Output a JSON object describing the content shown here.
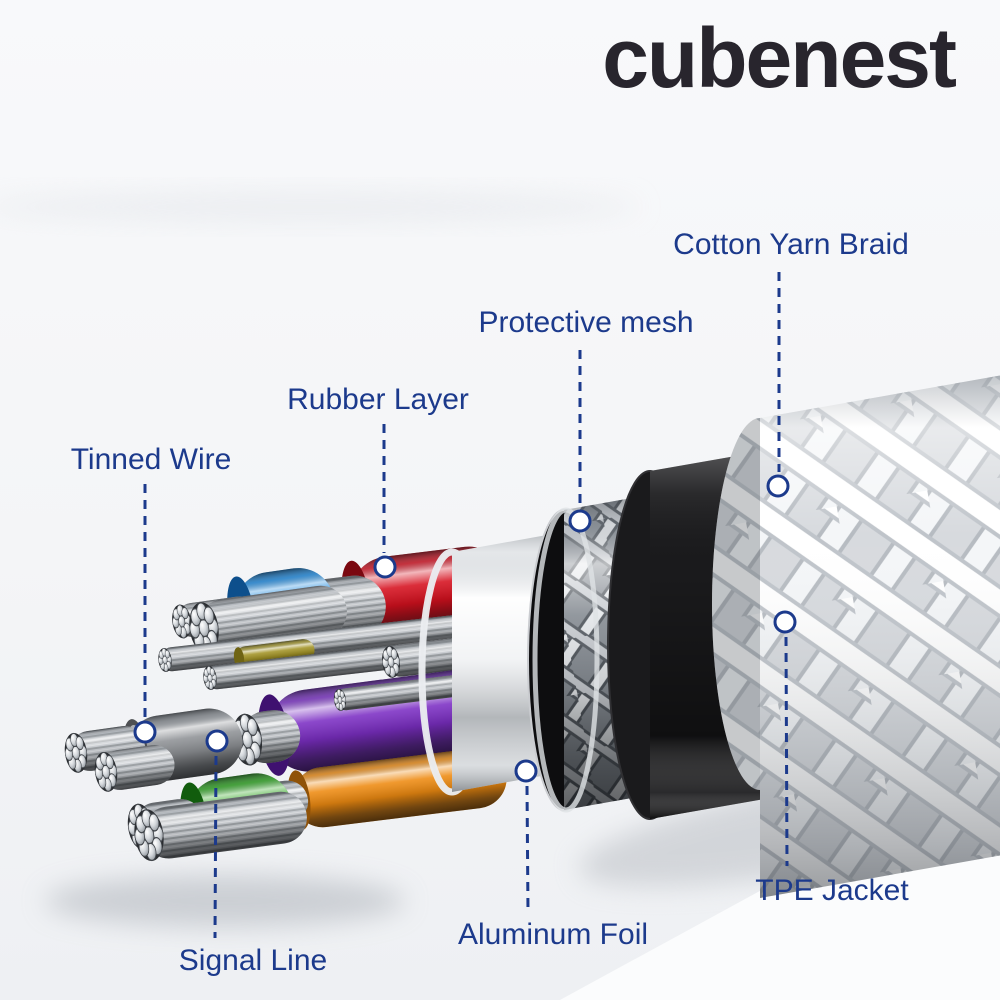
{
  "brand": {
    "logo_text": "cubenest"
  },
  "colors": {
    "accent": "#1c3a8c",
    "logo": "#28252d",
    "background": "#f5f6f8",
    "tinned_silver": "#c3c7cc",
    "wire_blue": "#1f8ade",
    "wire_red": "#d6111f",
    "wire_purple": "#7c2fc4",
    "wire_orange": "#ee8b12",
    "wire_green": "#2fa51f",
    "wire_olive": "#a39427",
    "signal_gray": "#8f9296",
    "foil_white": "#eef0f2",
    "tpe_black": "#1a1a1c",
    "braid_white": "#e9ebee"
  },
  "labels": {
    "cotton_yarn_braid": "Cotton Yarn Braid",
    "protective_mesh": "Protective mesh",
    "rubber_layer": "Rubber Layer",
    "tinned_wire": "Tinned Wire",
    "signal_line": "Signal Line",
    "aluminum_foil": "Aluminum Foil",
    "tpe_jacket": "TPE Jacket"
  },
  "diagram": {
    "type": "cable-cutaway",
    "layers_outer_to_inner": [
      "Cotton Yarn Braid",
      "TPE Jacket",
      "Protective mesh",
      "Aluminum Foil",
      "Rubber Layer",
      "Signal Line",
      "Tinned Wire"
    ]
  }
}
